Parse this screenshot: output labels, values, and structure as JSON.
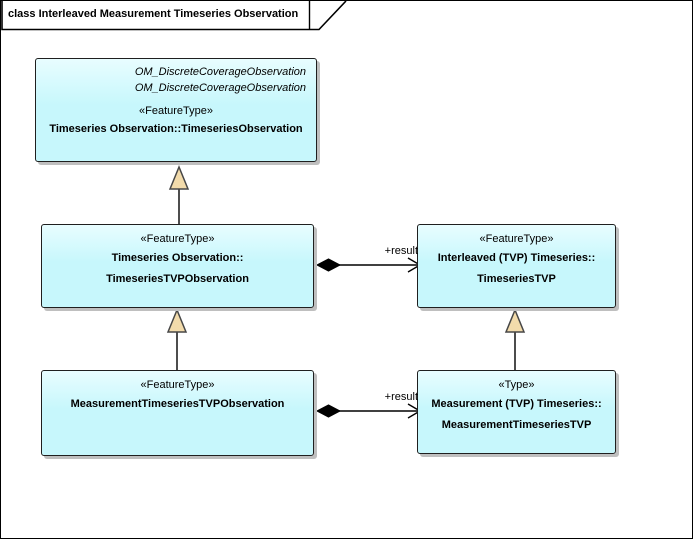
{
  "frame": {
    "title": "class Interleaved Measurement Timeseries Observation"
  },
  "colors": {
    "box_fill_top": "#E8FDFF",
    "box_fill": "#C7F7FC",
    "box_border": "#1F1F1F",
    "triangle_fill": "#F2DBAB",
    "connector": "#000000",
    "shadow": "#BFBFBF"
  },
  "classes": [
    {
      "key": "TimeseriesObservation",
      "annotations": [
        "OM_DiscreteCoverageObservation",
        "OM_DiscreteCoverageObservation"
      ],
      "stereotype": "«FeatureType»",
      "name_lines": [
        "Timeseries Observation::TimeseriesObservation"
      ]
    },
    {
      "key": "TimeseriesTVPObservation",
      "stereotype": "«FeatureType»",
      "name_lines": [
        "Timeseries Observation::",
        "TimeseriesTVPObservation"
      ]
    },
    {
      "key": "TimeseriesTVP",
      "stereotype": "«FeatureType»",
      "name_lines": [
        "Interleaved (TVP) Timeseries::",
        "TimeseriesTVP"
      ]
    },
    {
      "key": "MeasurementTimeseriesTVPObservation",
      "stereotype": "«FeatureType»",
      "name_lines": [
        "MeasurementTimeseriesTVPObservation"
      ]
    },
    {
      "key": "MeasurementTimeseriesTVP",
      "stereotype": "«Type»",
      "name_lines": [
        "Measurement (TVP) Timeseries::",
        "MeasurementTimeseriesTVP"
      ]
    }
  ],
  "connectors": {
    "top_composition_label": "+result",
    "bottom_composition_label": "+result"
  }
}
